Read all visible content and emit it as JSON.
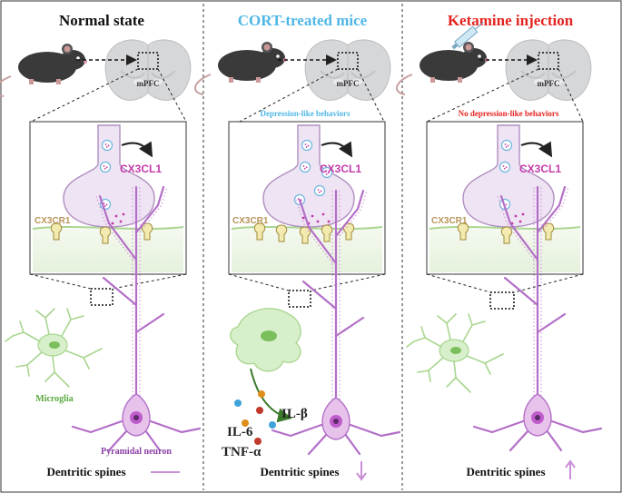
{
  "colors": {
    "normal_title": "#111111",
    "cort_title": "#4fb7e6",
    "ketamine_title": "#e52421",
    "cx3cl1": "#c33aa9",
    "cx3cr1": "#b8955a",
    "microglia": "#5aaa3c",
    "neuron": "#8b3fa6",
    "cytokine_red": "#c0392b",
    "cytokine_orange": "#e08e1b",
    "cytokine_blue": "#3fa3d9"
  },
  "panels": [
    {
      "title": "Normal state",
      "brain_label": "mPFC",
      "behavior": "",
      "ligand": "CX3CL1",
      "receptor": "CX3CR1",
      "spines_label": "Dentritic spines",
      "spine_trend": "none",
      "microglia_label": "Microglia",
      "neuron_label": "Pyramidal neuron"
    },
    {
      "title": "CORT-treated mice",
      "brain_label": "mPFC",
      "behavior": "Depression-like behaviors",
      "ligand": "CX3CL1",
      "receptor": "CX3CR1",
      "spines_label": "Dentritic spines",
      "spine_trend": "down",
      "cytokines": [
        "IL-6",
        "IL-β",
        "TNF-α"
      ]
    },
    {
      "title": "Ketamine injection",
      "brain_label": "mPFC",
      "behavior": "No depression-like behaviors",
      "ligand": "CX3CL1",
      "receptor": "CX3CR1",
      "spines_label": "Dentritic spines",
      "spine_trend": "up"
    }
  ]
}
